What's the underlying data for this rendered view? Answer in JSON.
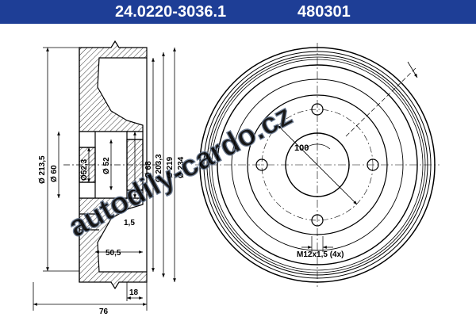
{
  "header": {
    "part_number": "24.0220-3036.1",
    "reference": "480301",
    "background": "#1e3e96",
    "text_color": "#ffffff"
  },
  "side_view": {
    "dims": {
      "d_213_5": "Ø 213,5",
      "d_60": "Ø 60",
      "d_52_3": "Ø52,3",
      "d_52": "Ø 52",
      "d_68": "Ø 68",
      "d_203_3": "Ø 203,3",
      "d_219": "Ø 219",
      "d_234": "Ø 234",
      "thk_1_5": "1,5",
      "len_50_5": "50,5",
      "len_18": "18",
      "len_76": "76"
    }
  },
  "front_view": {
    "pcd": "100",
    "thread": "M12x1,5 (4x)"
  },
  "watermark": {
    "text": "autodily-cardo.cz",
    "color": "#5f6f88"
  }
}
